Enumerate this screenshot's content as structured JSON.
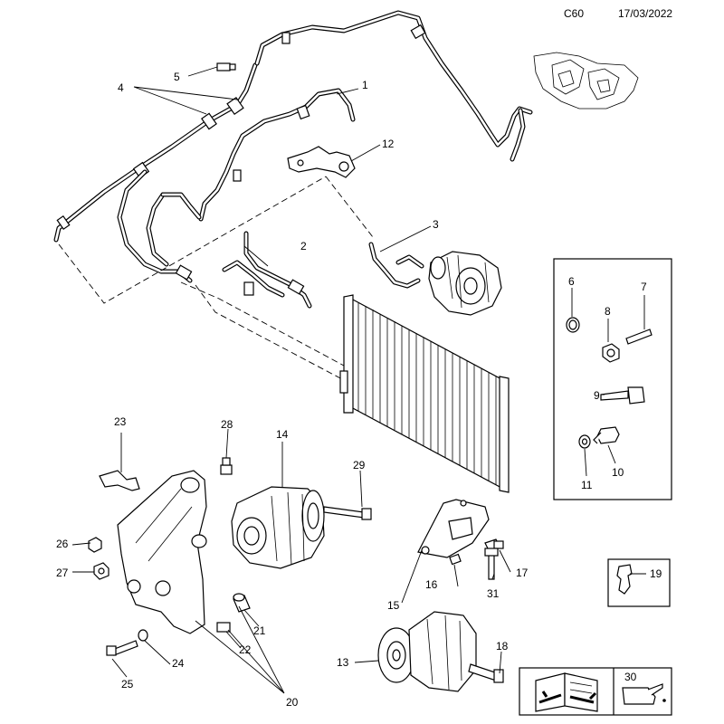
{
  "header": {
    "code": "C60",
    "date": "17/03/2022"
  },
  "callouts": {
    "p1": "1",
    "p2": "2",
    "p3": "3",
    "p4": "4",
    "p5": "5",
    "p6": "6",
    "p7": "7",
    "p8": "8",
    "p9": "9",
    "p10": "10",
    "p11": "11",
    "p12": "12",
    "p13": "13",
    "p14": "14",
    "p15": "15",
    "p16": "16",
    "p17": "17",
    "p18": "18",
    "p19": "19",
    "p20": "20",
    "p21": "21",
    "p22": "22",
    "p23": "23",
    "p24": "24",
    "p25": "25",
    "p26": "26",
    "p27": "27",
    "p28": "28",
    "p29": "29",
    "p30": "30",
    "p31": "31"
  },
  "icons": {
    "manual": "book-icon",
    "tools": "wrench-icon",
    "oil": "oil-can-icon"
  }
}
